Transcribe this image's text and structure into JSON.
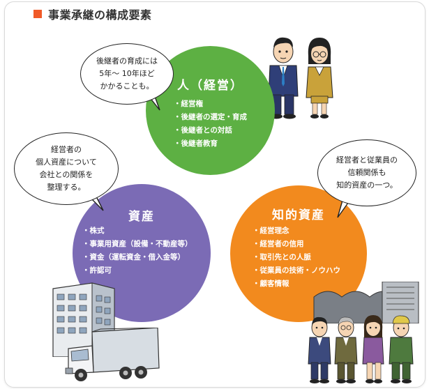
{
  "title": "事業承継の構成要素",
  "colors": {
    "title_square": "#f05a28",
    "person": "#5db043",
    "asset": "#7b6bb5",
    "intellect": "#f28a1e"
  },
  "circles": {
    "person": {
      "title": "人（経営）",
      "items": [
        "経営権",
        "後継者の選定・育成",
        "後継者との対話",
        "後継者教育"
      ]
    },
    "asset": {
      "title": "資産",
      "items": [
        "株式",
        "事業用資産（設備・不動産等）",
        "資金（運転資金・借入金等）",
        "許認可"
      ]
    },
    "intellect": {
      "title": "知的資産",
      "items": [
        "経営理念",
        "経営者の信用",
        "取引先との人脈",
        "従業員の技術・ノウハウ",
        "顧客情報"
      ]
    }
  },
  "bubbles": {
    "successor": [
      "後継者の育成には",
      "5年～ 10年ほど",
      "かかることも。"
    ],
    "assets": [
      "経営者の",
      "個人資産について",
      "会社との関係を",
      "整理する。"
    ],
    "trust": [
      "経営者と従業員の",
      "信頼関係も",
      "知的資産の一つ。"
    ]
  },
  "illustrations": [
    "business-couple-icon",
    "office-building-icon",
    "delivery-truck-icon",
    "factory-icon",
    "employee-group-icon"
  ]
}
